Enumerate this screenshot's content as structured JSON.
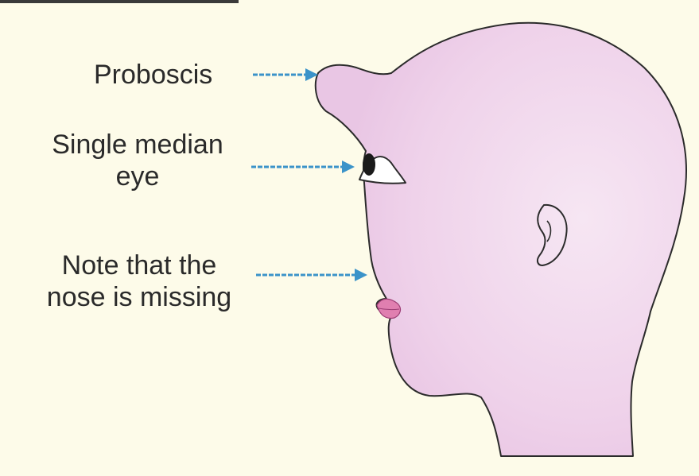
{
  "labels": {
    "proboscis": "Proboscis",
    "eye": [
      "Single median",
      "eye"
    ],
    "nose": [
      "Note that the",
      "nose is missing"
    ]
  },
  "colors": {
    "background": "#fdfbe9",
    "head_fill": "#f1d9ee",
    "outline": "#2b2b2b",
    "arrow": "#3b93c9",
    "lips": "#e07fb0",
    "pupil": "#1a1a1a",
    "label_text": "#2a2a2a"
  },
  "icons": [
    "proboscis-arrow",
    "eye-arrow",
    "nose-arrow"
  ]
}
